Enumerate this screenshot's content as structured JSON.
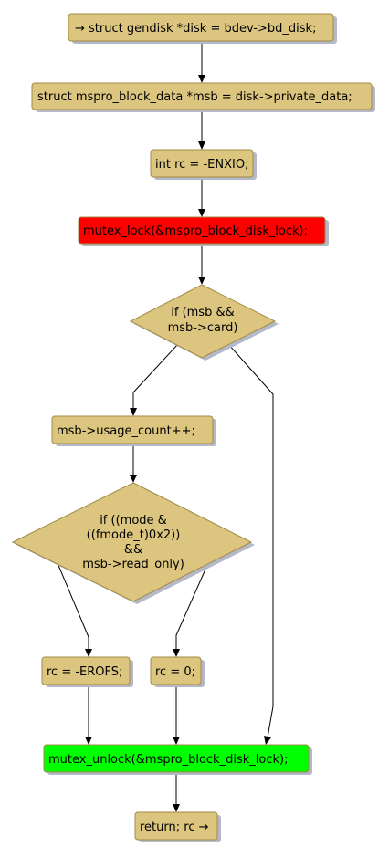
{
  "colors": {
    "node_fill": "#dcc57e",
    "node_stroke": "#a08a46",
    "shadow": "#b4b8c8",
    "lock_fill": "#ff0000",
    "unlock_fill": "#00ff00",
    "edge": "#000000"
  },
  "nodes": {
    "entry": "→ struct gendisk *disk = bdev->bd_disk;",
    "msb_decl": "struct mspro_block_data *msb = disk->private_data;",
    "rc_init": "int rc = -ENXIO;",
    "lock": "mutex_lock(&mspro_block_disk_lock);",
    "cond_card": [
      "if (msb &&",
      "msb->card)"
    ],
    "usage_inc": "msb->usage_count++;",
    "cond_mode": [
      "if ((mode &",
      "((fmode_t)0x2))",
      "&&",
      "msb->read_only)"
    ],
    "rc_erofs": "rc = -EROFS;",
    "rc_zero": "rc = 0;",
    "unlock": "mutex_unlock(&mspro_block_disk_lock);",
    "ret": "return; rc →"
  }
}
